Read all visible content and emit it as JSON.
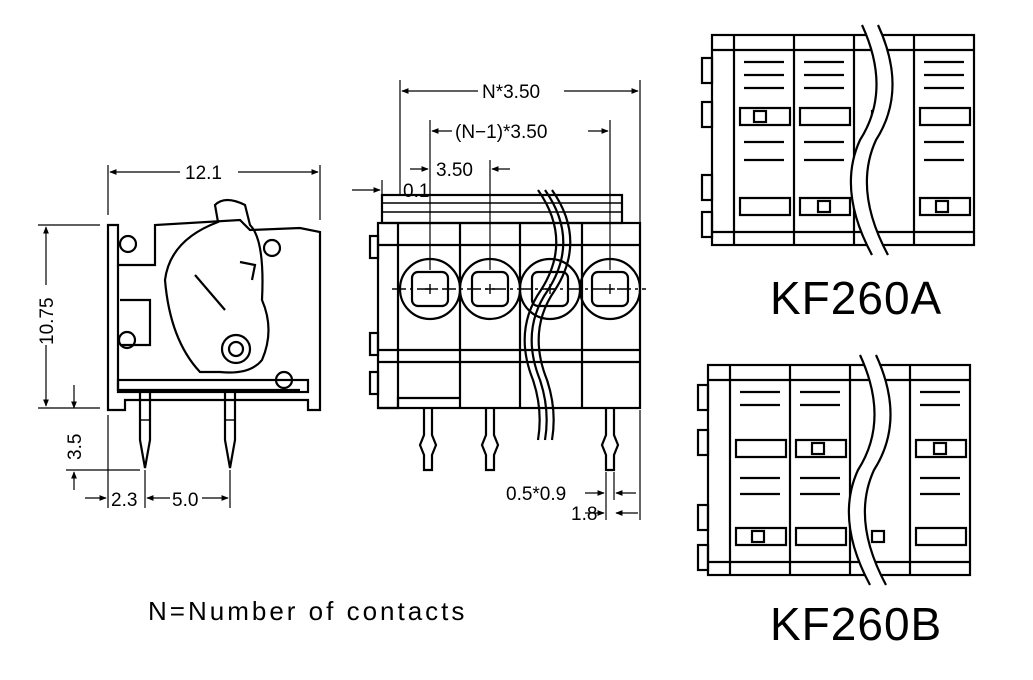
{
  "dimensions": {
    "width_side": "12.1",
    "height_side": "10.75",
    "pin_length": "3.5",
    "pin_offset": "2.3",
    "pin_pitch": "5.0",
    "total_width": "N*3.50",
    "inner_width": "(N−1)*3.50",
    "pitch": "3.50",
    "offset_small": "0.1",
    "pin_size": "0.5*0.9",
    "pin_edge": "1.8"
  },
  "models": {
    "a": "KF260A",
    "b": "KF260B"
  },
  "note": "N=Number of contacts",
  "colors": {
    "ink": "#000000",
    "paper": "#ffffff"
  }
}
